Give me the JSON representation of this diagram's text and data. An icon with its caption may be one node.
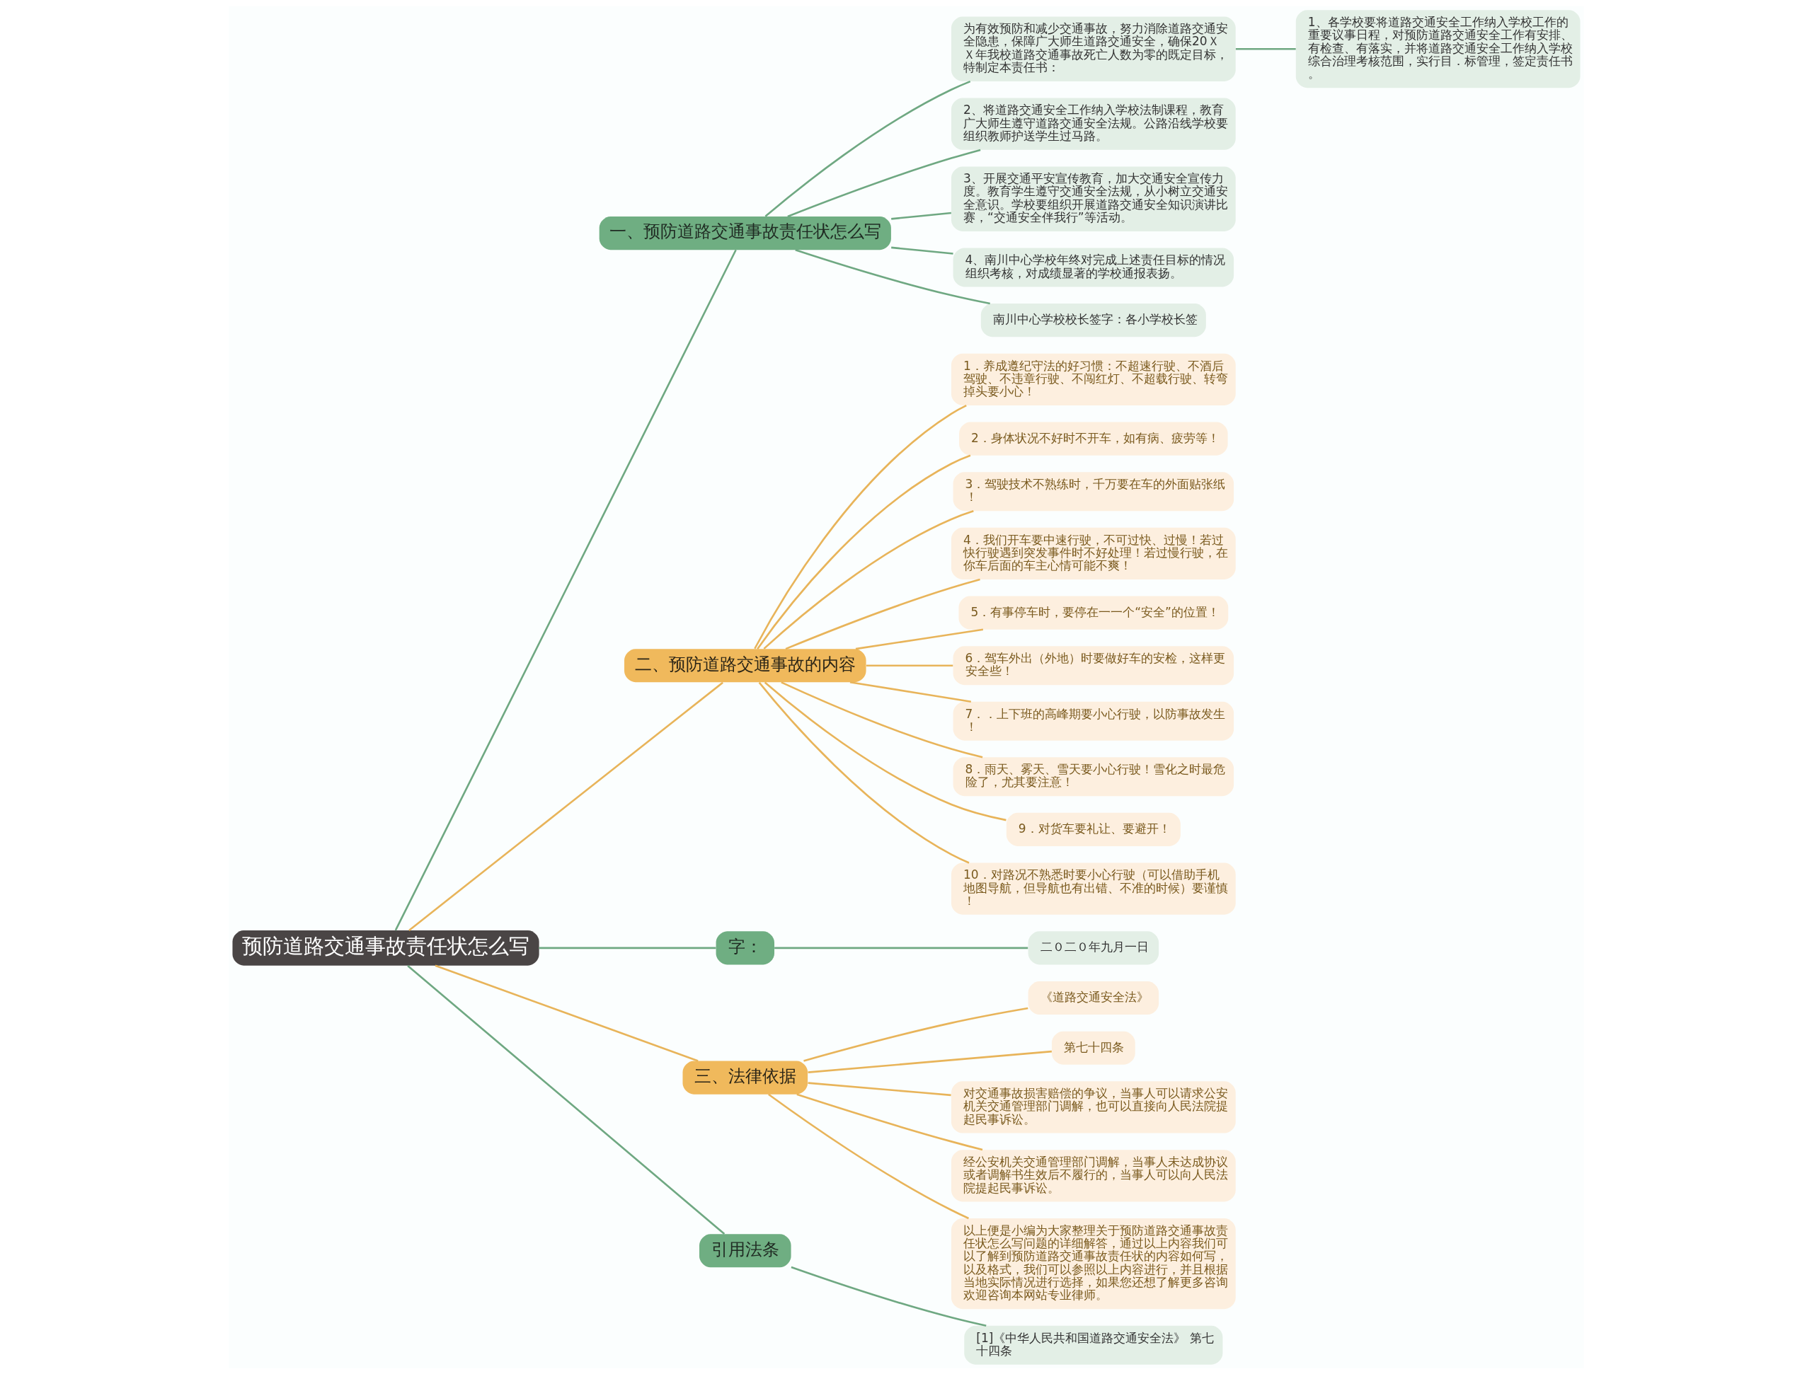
{
  "diagram": {
    "nodes": [
      {
        "text": [
          "预防道路交通事故责任状怎么写"
        ]
      },
      {
        "text": [
          "一、预防道路交通事故责任状怎么写"
        ]
      },
      {
        "text": [
          "为有效预防和减少交通事故，努力消除道路交通安全隐患，保障广大师生道路交通安全，确保20ＸＸ年我校道路交通事故死亡人数为零的既定目标，特制定本责任书："
        ]
      },
      {
        "text": [
          "1、各学校要将道路交通安全工作纳入学校工作的重要议事日程，对预防道路交通安全工作有安排、有检查、有落实，并将道路交通安全工作纳入学校综合治理考核范围，实行目．标管理，签定责任书。"
        ]
      },
      {
        "text": [
          "2、将道路交通安全工作纳入学校法制课程，教育广大师生遵守道路交通安全法规。公路沿线学校要组织教师护送学生过马路。"
        ]
      },
      {
        "text": [
          "3、开展交通平安宣传教育，加大交通安全宣传力度。教育学生遵守交通安全法规，从小树立交通安全意识。学校要组织开展道路交通安全知识演讲比赛，“交通安全伴我行”等活动。"
        ]
      },
      {
        "text": [
          "4、南川中心学校年终对完成上述责任目标的情况组织考核，对成绩显著的学校通报表扬。"
        ]
      },
      {
        "text": [
          "南川中心学校校长签字：各小学校长签"
        ]
      },
      {
        "text": [
          "二、预防道路交通事故的内容"
        ]
      },
      {
        "text": [
          "1．养成遵纪守法的好习惯：不超速行驶、不酒后驾驶、不违章行驶、不闯红灯、不超载行驶、转弯掉头要小心！"
        ]
      },
      {
        "text": [
          "2．身体状况不好时不开车，如有病、疲劳等！"
        ]
      },
      {
        "text": [
          "3．驾驶技术不熟练时，千万要在车的外面贴张纸！"
        ]
      },
      {
        "text": [
          "4．我们开车要中速行驶，不可过快、过慢！若过快行驶遇到突发事件时不好处理！若过慢行驶，在你车后面的车主心情可能不爽！"
        ]
      },
      {
        "text": [
          "5．有事停车时，要停在一一个“安全”的位置！"
        ]
      },
      {
        "text": [
          "6．驾车外出（外地）时要做好车的安检，这样更安全些！"
        ]
      },
      {
        "text": [
          "7．．上下班的高峰期要小心行驶，以防事故发生！"
        ]
      },
      {
        "text": [
          "8．雨天、雾天、雪天要小心行驶！雪化之时最危险了，尤其要注意！"
        ]
      },
      {
        "text": [
          "9．对货车要礼让、要避开！"
        ]
      },
      {
        "text": [
          "10．对路况不熟悉时要小心行驶（可以借助手机地图导航，但导航也有出错、不准的时候）要谨慎！"
        ]
      },
      {
        "text": [
          "字："
        ]
      },
      {
        "text": [
          "二０二０年九月一日"
        ]
      },
      {
        "text": [
          "三、法律依据"
        ]
      },
      {
        "text": [
          "《道路交通安全法》"
        ]
      },
      {
        "text": [
          "第七十四条"
        ]
      },
      {
        "text": [
          "对交通事故损害赔偿的争议，当事人可以请求公安机关交通管理部门调解，也可以直接向人民法院提起民事诉讼。"
        ]
      },
      {
        "text": [
          "经公安机关交通管理部门调解，当事人未达成协议或者调解书生效后不履行的，当事人可以向人民法院提起民事诉讼。"
        ]
      },
      {
        "text": [
          "以上便是小编为大家整理关于预防道路交通事故责任状怎么写问题的详细解答，通过以上内容我们可以了解到预防道路交通事故责任状的内容如何写，以及格式，我们可以参照以上内容进行，并且根据当地实际情况进行选择，如果您还想了解更多咨询欢迎咨询本网站专业律师。"
        ]
      },
      {
        "text": [
          "引用法条"
        ]
      },
      {
        "text": [
          "[1]《中华人民共和国道路交通安全法》 第七十四条"
        ]
      }
    ],
    "edges": [
      {
        "from": 0,
        "to": 1,
        "arrow": "none",
        "color": "#6fa882"
      },
      {
        "from": 1,
        "to": 2,
        "arrow": "none",
        "color": "#6fa882"
      },
      {
        "from": 2,
        "to": 3,
        "arrow": "none",
        "color": "#6fa882"
      },
      {
        "from": 1,
        "to": 4,
        "arrow": "none",
        "color": "#6fa882"
      },
      {
        "from": 1,
        "to": 5,
        "arrow": "none",
        "color": "#6fa882"
      },
      {
        "from": 1,
        "to": 6,
        "arrow": "none",
        "color": "#6fa882"
      },
      {
        "from": 1,
        "to": 7,
        "arrow": "none",
        "color": "#6fa882"
      },
      {
        "from": 0,
        "to": 8,
        "arrow": "none"
      },
      {
        "from": 8,
        "to": 9,
        "arrow": "none"
      },
      {
        "from": 8,
        "to": 10,
        "arrow": "none"
      },
      {
        "from": 8,
        "to": 11,
        "arrow": "none"
      },
      {
        "from": 8,
        "to": 12,
        "arrow": "none"
      },
      {
        "from": 8,
        "to": 13,
        "arrow": "none"
      },
      {
        "from": 8,
        "to": 14,
        "arrow": "none"
      },
      {
        "from": 8,
        "to": 15,
        "arrow": "none"
      },
      {
        "from": 8,
        "to": 16,
        "arrow": "none"
      },
      {
        "from": 8,
        "to": 17,
        "arrow": "none"
      },
      {
        "from": 8,
        "to": 18,
        "arrow": "none"
      },
      {
        "from": 0,
        "to": 19,
        "arrow": "none",
        "color": "#6fa882"
      },
      {
        "from": 19,
        "to": 20,
        "arrow": "none",
        "color": "#6fa882"
      },
      {
        "from": 0,
        "to": 21,
        "arrow": "none"
      },
      {
        "from": 21,
        "to": 22,
        "arrow": "none"
      },
      {
        "from": 21,
        "to": 23,
        "arrow": "none"
      },
      {
        "from": 21,
        "to": 24,
        "arrow": "none"
      },
      {
        "from": 21,
        "to": 25,
        "arrow": "none"
      },
      {
        "from": 21,
        "to": 26,
        "arrow": "none"
      },
      {
        "from": 0,
        "to": 27,
        "arrow": "none",
        "color": "#6fa882"
      },
      {
        "from": 27,
        "to": 28,
        "arrow": "none",
        "color": "#6fa882"
      }
    ]
  }
}
